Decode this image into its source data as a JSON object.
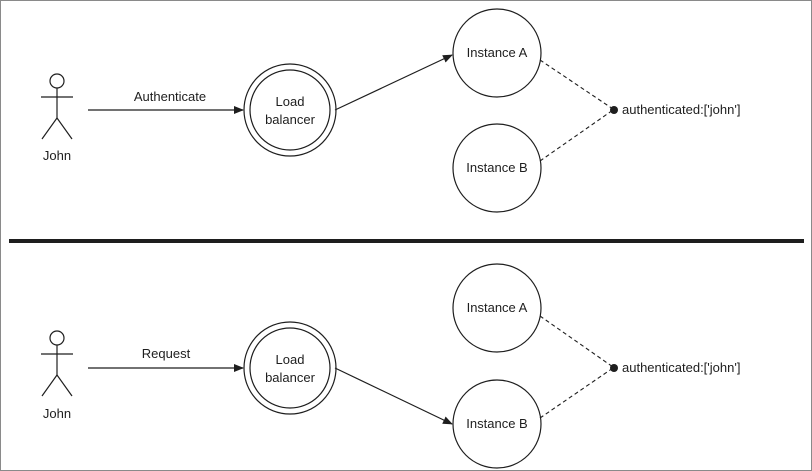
{
  "panels": [
    {
      "actor": "John",
      "message": "Authenticate",
      "balancer": {
        "line1": "Load",
        "line2": "balancer"
      },
      "instances": [
        "Instance A",
        "Instance B"
      ],
      "session": "authenticated:['john']"
    },
    {
      "actor": "John",
      "message": "Request",
      "balancer": {
        "line1": "Load",
        "line2": "balancer"
      },
      "instances": [
        "Instance A",
        "Instance B"
      ],
      "session": "authenticated:['john']"
    }
  ]
}
